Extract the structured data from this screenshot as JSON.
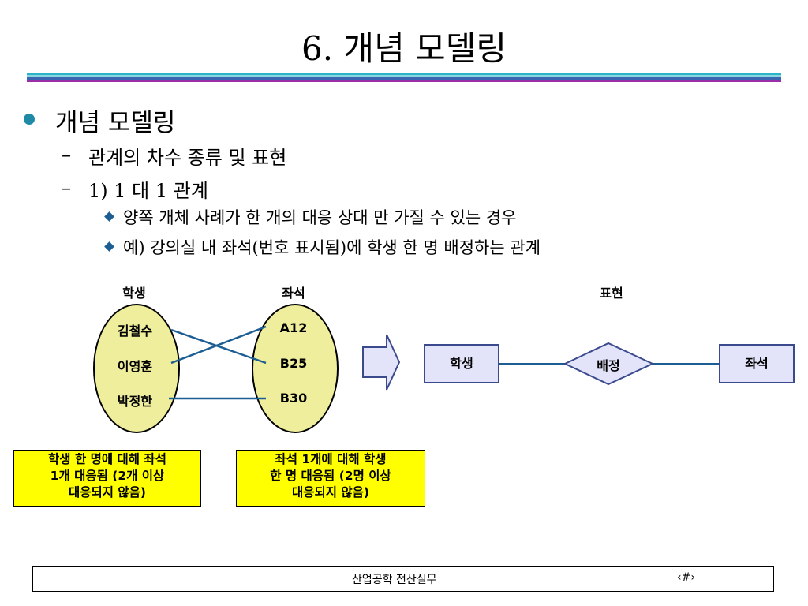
{
  "slide": {
    "title": "6. 개념 모델링",
    "bullet": "개념 모델링",
    "sub1": "관계의 차수 종류 및 표현",
    "sub2": "1) 1 대 1 관계",
    "sub2_points": [
      "양쪽 개체 사례가 한 개의 대응 상대 만 가질 수 있는 경우",
      "예) 강의실 내 좌석(번호 표시됨)에 학생 한 명 배정하는 관계"
    ]
  },
  "diagram": {
    "left_header": "학생",
    "right_header": "좌석",
    "repr_header": "표현",
    "students": [
      "김철수",
      "이영훈",
      "박정한"
    ],
    "seats": [
      "A12",
      "B25",
      "B30"
    ],
    "note_left": [
      "학생 한 명에 대해 좌석",
      "1개 대응됨 (2개 이상",
      "대응되지 않음)"
    ],
    "note_right": [
      "좌석 1개에 대해 학생",
      "한 명 대응됨 (2명 이상",
      "대응되지 않음)"
    ],
    "entity_left": "학생",
    "relationship": "배정",
    "entity_right": "좌석"
  },
  "footer": {
    "course": "산업공학 전산실무",
    "page": "‹#›"
  },
  "colors": {
    "bullet": "#1f8aa5",
    "ellipse_fill": "#eeee9c",
    "note_fill": "#ffff00",
    "entity_fill": "#e3e3f9",
    "line": "#1c5e93"
  }
}
